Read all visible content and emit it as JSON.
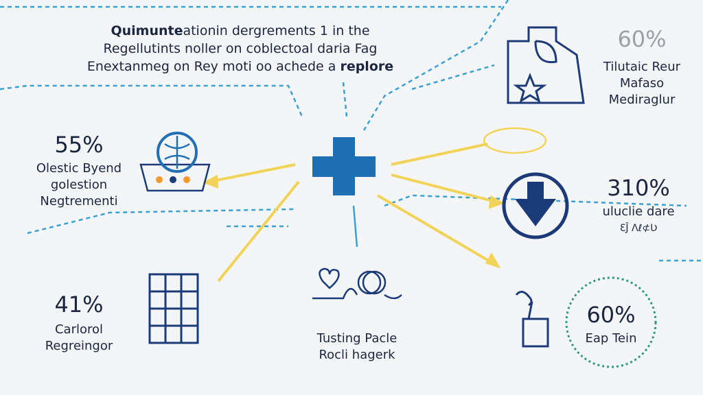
{
  "intro": {
    "line1_bold": "Quimunte",
    "line1": "ationin dergrements 1 in the",
    "line2": "Regellutints noller on coblectoal daria Fag",
    "line3": "Enextanmeg on Rey moti oo achede a",
    "line3_bold": "replore"
  },
  "stats": [
    {
      "value": "60%",
      "label1": "Tilutaic Reur",
      "label2": "Mafaso",
      "label3": "Mediraglur"
    },
    {
      "value": "55%",
      "label1": "Olestic Byend",
      "label2": "golestion",
      "label3": "Negtrementi"
    },
    {
      "value": "310%",
      "label1": "uluclie dare",
      "label2": "ƐĴ Ʌℓ⊄Ʋ"
    },
    {
      "value": "41%",
      "label1": "Carlorol",
      "label2": "Regreingor"
    },
    {
      "label1": "Tusting Pacle",
      "label2": "Rocli hagerk"
    },
    {
      "value": "60%",
      "label1": "Eap Tein"
    }
  ],
  "colors": {
    "accent": "#1f6fb5",
    "navy": "#1a3a78",
    "arrow": "#f2d35a",
    "dash": "#3aa0d0",
    "ring": "#2e9a7a"
  }
}
